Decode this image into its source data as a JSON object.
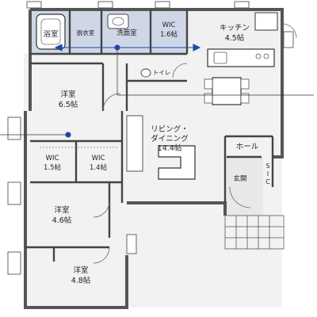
{
  "rooms": {
    "bath": {
      "name": "浴室"
    },
    "dressing": {
      "name": "脱衣室"
    },
    "washroom": {
      "name": "洗面室"
    },
    "wic_top": {
      "name": "WIC",
      "size": "1.6帖"
    },
    "kitchen": {
      "name": "キッチン",
      "size": "4.5帖"
    },
    "toilet": {
      "name": "トイレ"
    },
    "western1": {
      "name": "洋室",
      "size": "6.5帖"
    },
    "living": {
      "name": "リビング・",
      "name2": "ダイニング",
      "size": "14.4帖"
    },
    "hall": {
      "name": "ホール"
    },
    "entrance": {
      "name": "玄関"
    },
    "sic": {
      "c1": "S",
      "c2": "I",
      "c3": "C"
    },
    "wic_left": {
      "name": "WIC",
      "size": "1.5帖"
    },
    "wic_mid": {
      "name": "WIC",
      "size": "1.4帖"
    },
    "western2": {
      "name": "洋室",
      "size": "4.6帖"
    },
    "western3": {
      "name": "洋室",
      "size": "4.8帖"
    }
  },
  "colors": {
    "wall": "#555555",
    "floor_wet": "#cfd7e6",
    "floor_dry": "#f2f2f2",
    "line": "#333333",
    "accent_arrow": "#1e4aa8"
  }
}
